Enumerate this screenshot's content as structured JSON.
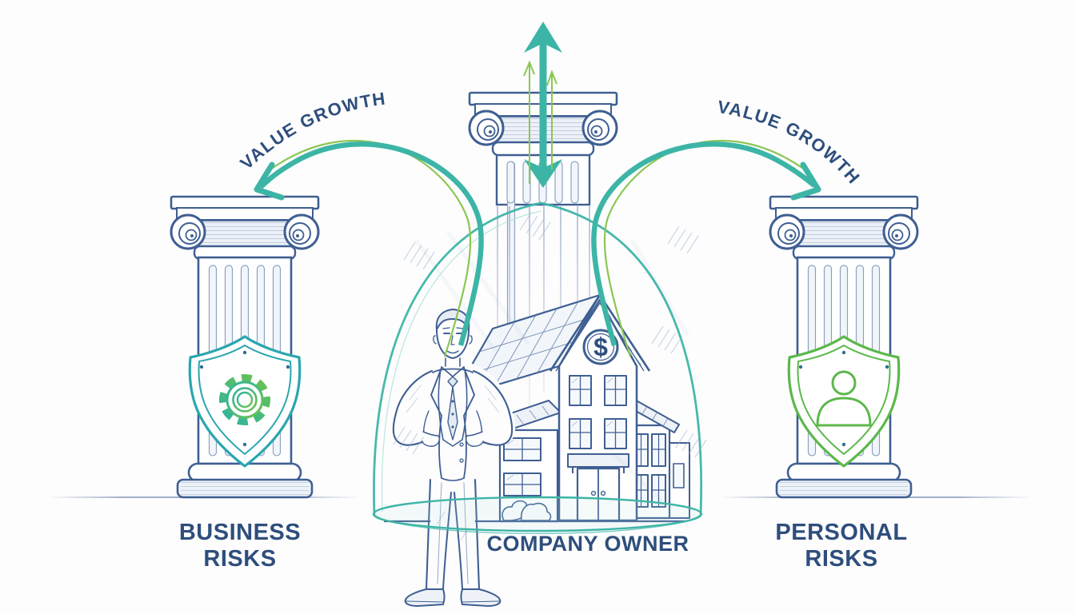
{
  "illustration": {
    "left": {
      "arc_label": "VALUE GROWTH",
      "title_line1": "BUSINESS",
      "title_line2": "RISKS",
      "shield_icon": "shield-gear-icon"
    },
    "right": {
      "arc_label": "VALUE GROWTH",
      "title_line1": "PERSONAL",
      "title_line2": "RISKS",
      "shield_icon": "shield-person-icon"
    },
    "center": {
      "label": "COMPANY OWNER",
      "dollar_sign": "$",
      "arrow_icon": "up-down-arrow-icon",
      "dome_icon": "glass-dome"
    }
  },
  "colors": {
    "teal": "#3db5a6",
    "green": "#8cc653",
    "navy": "#3f5f92",
    "ink": "#2e4e7c",
    "shield-teal": "#2aa6af",
    "shield-green": "#5bb84b",
    "paper": "#fdfdfe",
    "shade": "#edf1f8",
    "hatch": "#9db0cc"
  }
}
